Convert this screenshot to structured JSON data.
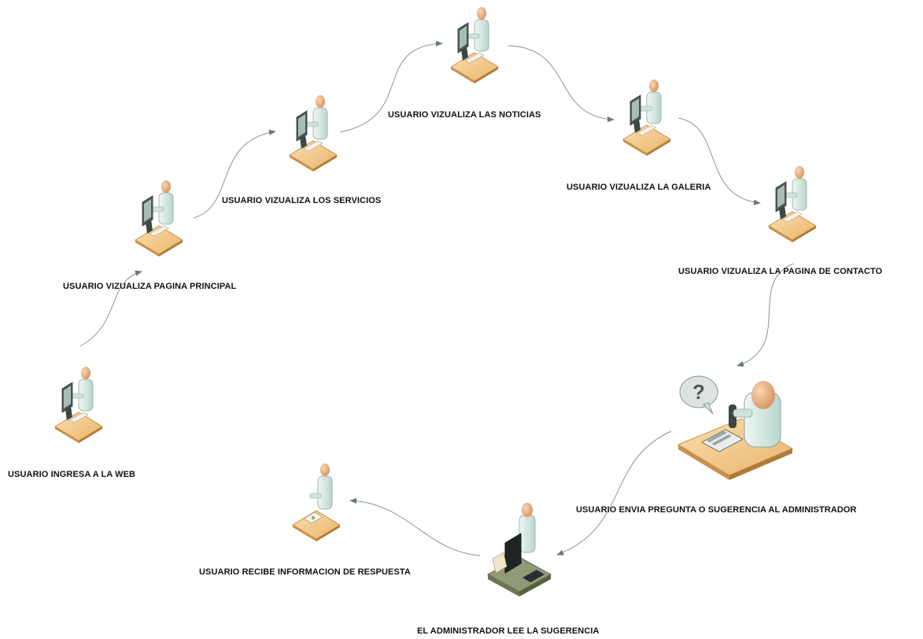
{
  "diagram": {
    "steps": [
      {
        "id": "ingresa",
        "label": "USUARIO INGRESA A LA WEB"
      },
      {
        "id": "principal",
        "label": "USUARIO VIZUALIZA PAGINA PRINCIPAL"
      },
      {
        "id": "servicios",
        "label": "USUARIO VIZUALIZA LOS SERVICIOS"
      },
      {
        "id": "noticias",
        "label": "USUARIO VIZUALIZA LAS NOTICIAS"
      },
      {
        "id": "galeria",
        "label": "USUARIO VIZUALIZA LA GALERIA"
      },
      {
        "id": "contacto",
        "label": "USUARIO VIZUALIZA LA PAGINA DE CONTACTO"
      },
      {
        "id": "envia",
        "label": "USUARIO ENVIA PREGUNTA O SUGERENCIA AL ADMINISTRADOR"
      },
      {
        "id": "admin",
        "label": "EL ADMINISTRADOR LEE LA SUGERENCIA"
      },
      {
        "id": "recibe",
        "label": "USUARIO RECIBE INFORMACION DE RESPUESTA"
      }
    ],
    "callout_symbol": "?",
    "icons": {
      "user_workstation": "user-at-computer-icon",
      "user_phone": "user-on-phone-icon",
      "admin_workstation": "administrator-workstation-icon"
    },
    "colors": {
      "desk": "#f2c98a",
      "desk_edge": "#c8914a",
      "person": "#d9ece6",
      "head": "#f0b98d",
      "monitor": "#55625d",
      "arrow": "#7a8585",
      "text": "#111111"
    }
  }
}
